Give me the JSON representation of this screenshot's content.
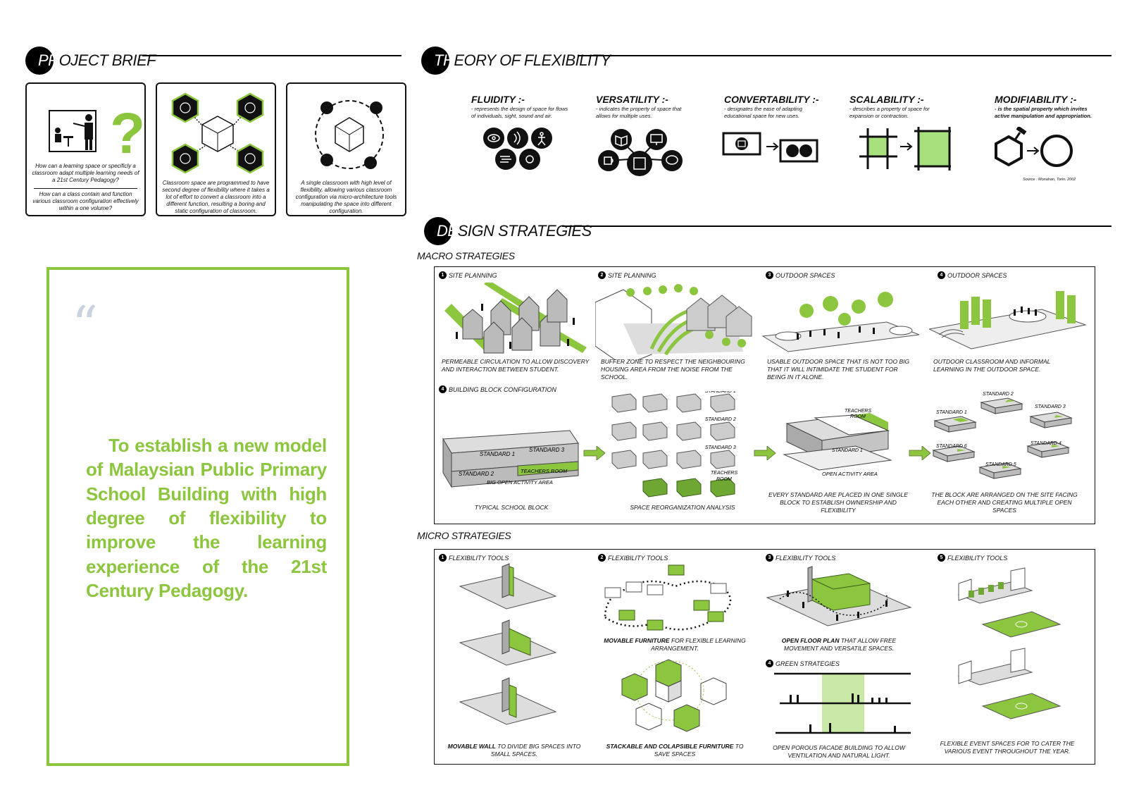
{
  "brief": {
    "title_prefix": "PR",
    "title_rest": "OJECT BRIEF",
    "card1_q1": "How can a learning space or specificly a classroom adapt multiple learning needs of a 21st Century Pedagogy?",
    "card1_q2": "How can a class contain and function various classroom configuration effectively within a one volume?",
    "card2_text": "Classroom space are programmed to have second degree of flexibility where it takes a lot of effort to convert a classroom into a different function, resulting a boring and static configuration of classroom.",
    "card3_text": "A single classroom with high level of flexibility, allowing various classroom configuration via micro-architecture tools manipulating the space into different configuration."
  },
  "theory": {
    "title_prefix": "TH",
    "title_rest": "EORY OF FLEXIBILITY",
    "items": [
      {
        "title": "FLUIDITY :-",
        "desc": "-  represents the design of space for flows of individuals, sight, sound and air."
      },
      {
        "title": "VERSATILITY :-",
        "desc": "-  indicates the property of space that allows for multiple uses."
      },
      {
        "title": "CONVERTABILITY :-",
        "desc": "-  designates the ease of adapting educational space for new uses."
      },
      {
        "title": "SCALABILITY :-",
        "desc": "-  describes a property of space for expansion or contraction."
      },
      {
        "title": "MODIFIABILITY :-",
        "desc": "-  is the spatial property which invites active manipulation and appropriation."
      }
    ],
    "source": "Source : Monahan, Torin. 2002"
  },
  "quote": {
    "mark": "“",
    "text": "To establish a new model of Malaysian Public Primary School Building with high degree of flexibility to improve the learning experience of the 21st Century Pedagogy."
  },
  "design": {
    "title_prefix": "DE",
    "title_rest": "SIGN  STRATEGIES",
    "macro_label": "MACRO STRATEGIES",
    "micro_label": "MICRO STRATEGIES",
    "macro_items": [
      {
        "num": "1",
        "head": "SITE PLANNING",
        "caption": "PERMEABLE CIRCULATION TO ALLOW DISCOVERY AND INTERACTION BETWEEN STUDENT."
      },
      {
        "num": "2",
        "head": "SITE PLANNING",
        "caption": "BUFFER ZONE TO RESPECT THE NEIGHBOURING HOUSING AREA FROM THE NOISE FROM THE SCHOOL."
      },
      {
        "num": "3",
        "head": "OUTDOOR SPACES",
        "caption": "USABLE OUTDOOR SPACE THAT IS NOT TOO BIG THAT IT WILL INTIMIDATE THE STUDENT FOR BEING IN IT ALONE."
      },
      {
        "num": "4",
        "head": "OUTDOOR SPACES",
        "caption": "OUTDOOR CLASSROOM AND INFORMAL LEARNING IN THE OUTDOOR SPACE."
      }
    ],
    "block": {
      "num": "4",
      "head": "BUILDING BLOCK CONFIGURATION",
      "typical_caption": "TYPICAL SCHOOL BLOCK",
      "reorg_caption": "SPACE REORGANIZATION ANALYSIS",
      "single_caption": "EVERY STANDARD ARE PLACED IN ONE SINGLE BLOCK TO ESTABLISH OWNERSHIP AND FLEXIBILITY",
      "arranged_caption": "THE BLOCK ARE ARRANGED ON THE SITE FACING EACH OTHER AND CREATING MULTIPLE OPEN SPACES",
      "labels": {
        "standard1": "STANDARD 1",
        "standard2": "STANDARD 2",
        "standard3": "STANDARD 3",
        "standard4": "STANDARD 4",
        "standard5": "STANDARD 5",
        "standard6": "STANDARD 6",
        "teachers_room": "TEACHERS ROOM",
        "teachers": "TEACHERS",
        "room": "ROOM",
        "big_open": "BIG OPEN ACTIVITY AREA",
        "open_activity": "OPEN ACTIVITY AREA"
      }
    },
    "micro_items": [
      {
        "num": "1",
        "head": "FLEXIBILITY TOOLS",
        "bold": "MOVABLE WALL",
        "caption": " TO DIVIDE BIG SPACES INTO SMALL SPACES."
      },
      {
        "num": "2",
        "head": "FLEXIBILITY TOOLS",
        "bold": "MOVABLE FURNITURE",
        "caption": " FOR FLEXIBLE LEARNING ARRANGEMENT."
      },
      {
        "num": "3",
        "head": "FLEXIBILITY TOOLS",
        "bold": "OPEN FLOOR PLAN",
        "caption": " THAT ALLOW FREE MOVEMENT AND VERSATILE SPACES."
      },
      {
        "num": "4",
        "head": "GREEN STRATEGIES",
        "bold": "",
        "caption": "OPEN POROUS FACADE BUILDING TO ALLOW VENTILATION AND NATURAL LIGHT."
      },
      {
        "num": "5",
        "head": "FLEXIBILITY TOOLS",
        "bold": "",
        "caption": "FLEXIBLE EVENT SPACES FOR TO CATER THE VARIOUS EVENT THROUGHOUT THE YEAR."
      }
    ],
    "stack_caption_bold": "STACKABLE AND COLAPSIBLE  FURNITURE",
    "stack_caption_rest": " TO SAVE SPACES"
  },
  "colors": {
    "accent": "#8cc63f",
    "ink": "#111111",
    "quote_mark": "#c9d2e0"
  },
  "icons": [
    "question-mark-icon",
    "teacher-icon",
    "hexagon-cube-icon",
    "eye-icon",
    "sound-icon",
    "wind-icon",
    "person-walking-icon",
    "sun-icon",
    "book-icon",
    "computer-icon",
    "coffee-icon",
    "chat-icon",
    "arrow-right-icon",
    "hammer-icon"
  ]
}
